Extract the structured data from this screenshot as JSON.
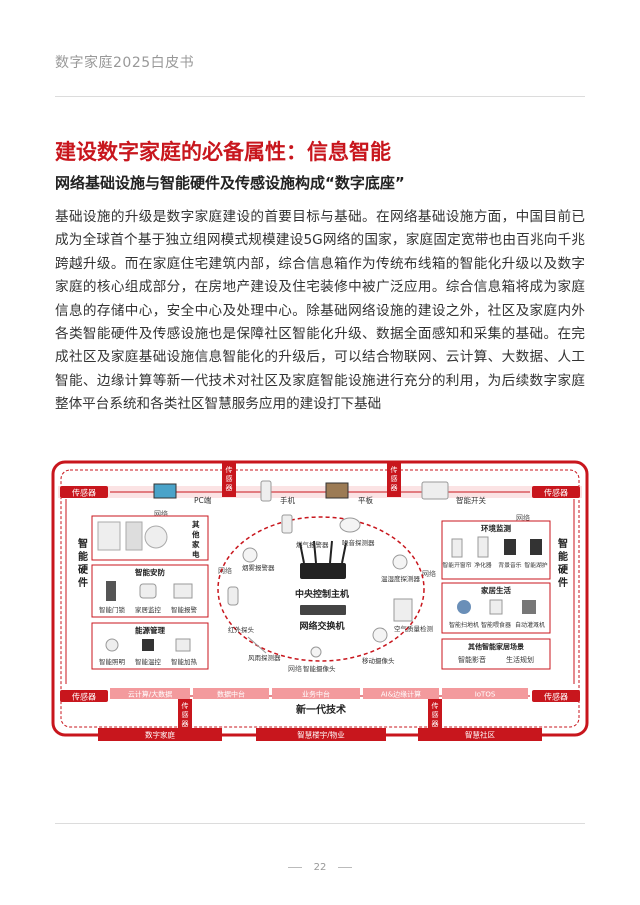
{
  "header": "数字家庭2025白皮书",
  "title": "建设数字家庭的必备属性：信息智能",
  "subtitle": "网络基础设施与智能硬件及传感设施构成“数字底座”",
  "body": "基础设施的升级是数字家庭建设的首要目标与基础。在网络基础设施方面，中国目前已成为全球首个基于独立组网模式规模建设5G网络的国家，家庭固定宽带也由百兆向千兆跨越升级。而在家庭住宅建筑内部，综合信息箱作为传统布线箱的智能化升级以及数字家庭的核心组成部分，在房地产建设及住宅装修中被广泛应用。综合信息箱将成为家庭信息的存储中心，安全中心及处理中心。除基础网络设施的建设之外，社区及家庭内外各类智能硬件及传感设施也是保障社区智能化升级、数据全面感知和采集的基础。在完成社区及家庭基础设施信息智能化的升级后，可以结合物联网、云计算、大数据、人工智能、边缘计算等新一代技术对社区及家庭智能设施进行充分的利用，为后续数字家庭整体平台系统和各类社区智慧服务应用的建设打下基础",
  "diagram": {
    "sensor": "传感器",
    "network": "网络",
    "top_devices": [
      "PC端",
      "手机",
      "平板",
      "智能开关"
    ],
    "left_label": "智能硬件",
    "right_label": "智能硬件",
    "other_appliances": "其他家电",
    "security": {
      "title": "智能安防",
      "items": [
        "智能门锁",
        "家居监控",
        "智能报警"
      ]
    },
    "energy": {
      "title": "能源管理",
      "items": [
        "智能照明",
        "智能温控",
        "智能加热"
      ]
    },
    "env": {
      "title": "环境监测",
      "items": [
        "智能开窗帘",
        "净化器",
        "背景音乐",
        "智能湖护"
      ]
    },
    "home_life": {
      "title": "家居生活",
      "items": [
        "智能扫地机",
        "智能喂食器",
        "自动灌溉机"
      ]
    },
    "other_scenes": {
      "title": "其他智能家居场景",
      "items": [
        "智能影音",
        "生活规划"
      ]
    },
    "center": {
      "host": "中央控制主机",
      "switch": "网络交换机"
    },
    "ring_devices": [
      "燃气报警器",
      "噪音探测器",
      "烟雾报警器",
      "温湿度探测器",
      "红外探头",
      "空气质量检测",
      "风雨探测器",
      "智能摄像头",
      "移动摄像头"
    ],
    "tech_bar": [
      "云计算/大数据",
      "数据中台",
      "业务中台",
      "AI&边缘计算",
      "IoTOS"
    ],
    "new_tech": "新一代技术",
    "bottom_bar": [
      "数字家庭",
      "智慧楼宇/物业",
      "智慧社区"
    ]
  },
  "page_number": "22",
  "colors": {
    "accent": "#c8161d",
    "accent_light": "#f39a9d"
  }
}
